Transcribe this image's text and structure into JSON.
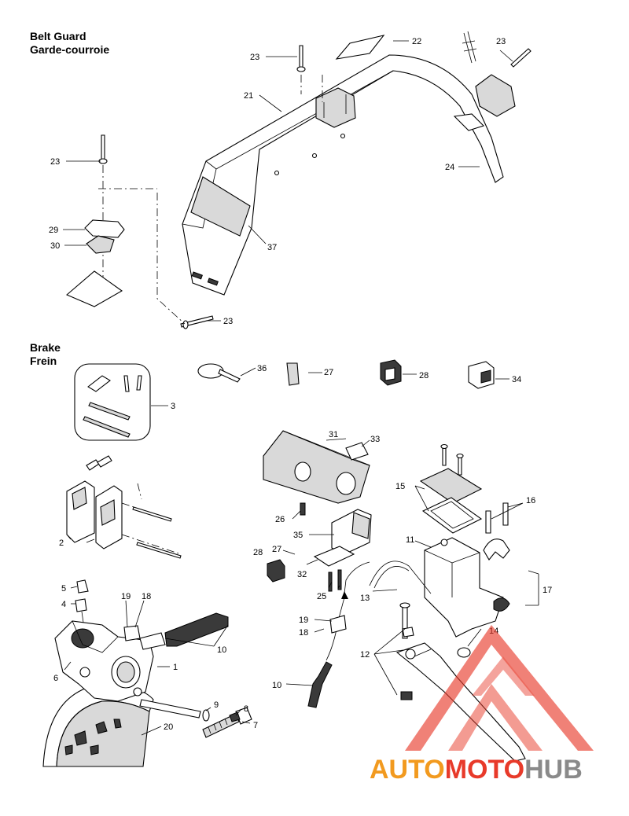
{
  "sections": {
    "belt_guard": {
      "title_en": "Belt Guard",
      "title_fr": "Garde-courroie"
    },
    "brake": {
      "title_en": "Brake",
      "title_fr": "Frein"
    }
  },
  "callouts": {
    "c21": "21",
    "c22": "22",
    "c23a": "23",
    "c23b": "23",
    "c23c": "23",
    "c23d": "23",
    "c24": "24",
    "c29": "29",
    "c30": "30",
    "c37": "37",
    "c36": "36",
    "c27a": "27",
    "c28a": "28",
    "c34": "34",
    "c3": "3",
    "c31": "31",
    "c33": "33",
    "c15": "15",
    "c16": "16",
    "c2": "2",
    "c11": "11",
    "c26": "26",
    "c35": "35",
    "c27b": "27",
    "c28b": "28",
    "c32": "32",
    "c25": "25",
    "c13": "13",
    "c17": "17",
    "c5": "5",
    "c4": "4",
    "c19a": "19",
    "c18a": "18",
    "c19b": "19",
    "c18b": "18",
    "c14": "14",
    "c12": "12",
    "c10a": "10",
    "c10b": "10",
    "c1": "1",
    "c6": "6",
    "c9": "9",
    "c8": "8",
    "c7": "7",
    "c20": "20"
  },
  "watermark": {
    "part1": "AUTO",
    "part2": "MOTO",
    "part3": "HUB",
    "color_red": "#e83a2a",
    "color_orange": "#f29a1f",
    "color_gray": "#8a8a8a"
  }
}
